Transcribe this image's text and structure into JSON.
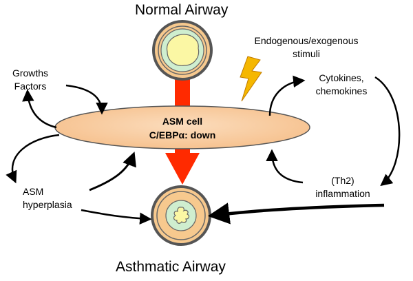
{
  "titles": {
    "top": "Normal Airway",
    "bottom": "Asthmatic Airway"
  },
  "labels": {
    "stimuli": [
      "Endogenous/exogenous",
      "stimuli"
    ],
    "growth": [
      "Growths",
      "Factors"
    ],
    "cytokines": [
      "Cytokines,",
      "chemokines"
    ],
    "asm_cell": [
      "ASM cell",
      "C/EBPα: down"
    ],
    "hyperplasia": [
      "ASM",
      "hyperplasia"
    ],
    "inflammation": [
      "(Th2)",
      "inflammation"
    ]
  },
  "colors": {
    "ellipse_fill": "#f8c89a",
    "airway_outer": "#f7c98e",
    "airway_ring": "#cfeecf",
    "lumen": "#fbf7a4",
    "down_arrow": "#ff2a00",
    "bolt": "#f5b700"
  }
}
